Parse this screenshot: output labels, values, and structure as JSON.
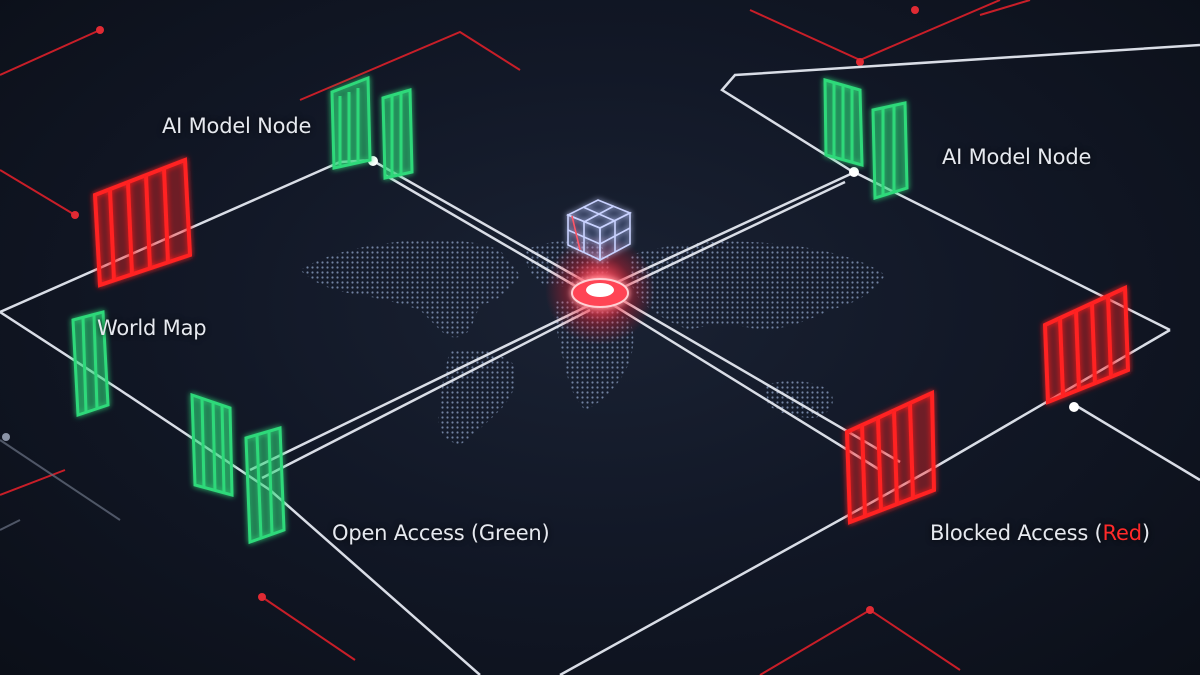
{
  "labels": {
    "ai_node_left": "AI Model Node",
    "ai_node_right": "AI Model Node",
    "world_map": "World Map",
    "open_access": "Open Access (Green)",
    "blocked_access_prefix": "Blocked Access (",
    "blocked_access_word": "Red",
    "blocked_access_suffix": ")"
  },
  "colors": {
    "background": "#121827",
    "path_line": "#d9dde6",
    "circuit_red": "#d0202a",
    "gate_open": "#2fd97a",
    "gate_blocked": "#ff2020",
    "hub_glow": "#ff3344",
    "map_dots": "#8fa4c8"
  },
  "icons": {
    "hub": "ai-cube-icon",
    "gate_open": "open-gate-icon",
    "gate_blocked": "blocked-gate-icon"
  }
}
